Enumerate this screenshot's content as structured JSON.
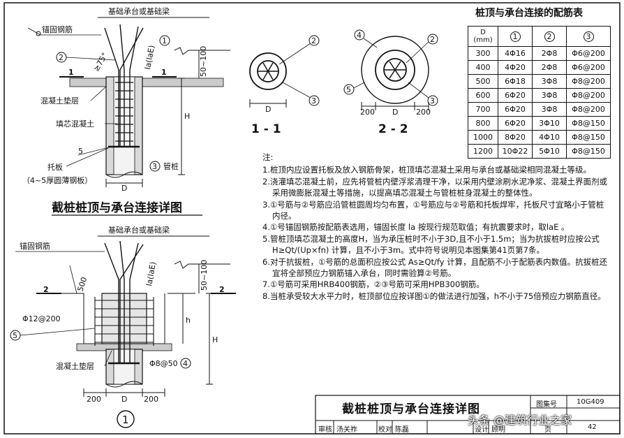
{
  "top_detail": {
    "label_cap": "基础承台或基础梁",
    "label_anchor": "锚固钢筋",
    "callout_2": "2",
    "callout_1": "1",
    "callout_3": "3",
    "section_mark": "1",
    "label_la": "la(laE)",
    "dim_50_100": "50~100",
    "angle_75": "≥75°",
    "label_concrete_pad": "混凝土垫层",
    "label_fill_concrete": "填芯混凝土",
    "label_5a": "5",
    "label_pile": "管桩",
    "label_tray": "托板",
    "label_tray_note": "（4~5厚圆薄钢板）",
    "dim_D": "D",
    "dim_H": "H"
  },
  "top_title": "截桩桩顶与承台连接详图",
  "section_11": {
    "title": "1 - 1",
    "dim_D": "D",
    "c2": "2",
    "c3": "3"
  },
  "section_22": {
    "title": "2 - 2",
    "dim_200a": "200",
    "dim_D": "D",
    "dim_200b": "200",
    "c4": "4",
    "c2": "2",
    "c5": "5",
    "c3": "3"
  },
  "bottom_detail": {
    "label_cap": "基础承台或基础梁",
    "label_anchor": "锚固钢筋",
    "section_mark": "2",
    "dim_500": "500",
    "label_la": "la(laE)",
    "dim_50_100": "50~100",
    "label_phi12": "Φ12@200",
    "callout_5": "5",
    "label_h": "h",
    "label_H": "H",
    "label_concrete_pad": "混凝土垫层",
    "label_phi8": "Φ8@50",
    "callout_4": "4",
    "dim_200a": "200",
    "dim_D": "D",
    "dim_200b": "200",
    "circle_1": "1"
  },
  "table": {
    "title": "桩顶与承台连接的配筋表",
    "header_D": "D",
    "header_unit": "(mm)",
    "header_1": "1",
    "header_2": "2",
    "header_3": "3",
    "rows": [
      [
        "300",
        "4Φ16",
        "2Φ8",
        "Φ6@200"
      ],
      [
        "400",
        "4Φ20",
        "2Φ8",
        "Φ6@200"
      ],
      [
        "500",
        "6Φ18",
        "3Φ8",
        "Φ8@200"
      ],
      [
        "600",
        "6Φ20",
        "3Φ8",
        "Φ8@200"
      ],
      [
        "700",
        "6Φ20",
        "3Φ8",
        "Φ8@200"
      ],
      [
        "800",
        "6Φ20",
        "3Φ10",
        "Φ8@150"
      ],
      [
        "1000",
        "8Φ20",
        "4Φ10",
        "Φ8@150"
      ],
      [
        "1200",
        "10Φ22",
        "5Φ10",
        "Φ8@150"
      ]
    ]
  },
  "notes": {
    "heading": "注:",
    "items": [
      "1.桩顶内应设置托板及放入钢筋骨架，桩顶填芯混凝土采用与承台或基础梁相同混凝土等级。",
      "2.浇灌填芯混凝土前，应先将管桩内壁浮浆清理干净，以采用内壁涂刷水泥净浆、混凝土界面剂或采用微膨胀混凝土等措施，以提高填芯混凝土与管桩桩身混凝土的整体性。",
      "3.①号筋与②号筋应沿管桩圆周均匀布置，①号筋应与②号筋和托板焊牢，托板尺寸宜略小于管桩内径。",
      "4.①号锚固钢筋按配筋表选用，锚固长度 la 按现行规范取值；有抗震要求时，取laE 。",
      "5.管桩顶填芯混凝土的高度H，当为承压桩时不小于3D,且不小于1.5m；当为抗拔桩时应按公式 H≥Qt/(Up×fn) 计算，且不小于3m。式中符号说明见本图集第41页第7条。",
      "6.对于抗拔桩，①号筋的总面积应按公式 As≥Qt/fy 计算，且配筋不小于配筋表内数值。抗拔桩还宜将全部预应力钢筋锚入承台，同时需验算②号筋。",
      "7.①号筋可采用HRB400钢筋，②③号筋可采用HPB300钢筋。",
      "8.当桩承受较大水平力时，桩顶部位应按详图①的做法进行加强，h不小于75倍预应力钢筋直径。"
    ]
  },
  "title_block": {
    "title": "截桩桩顶与承台连接详图",
    "atlas_label": "图集号",
    "atlas_no": "10G409",
    "review": "审核",
    "reviewer": "汤关祚",
    "check": "校对",
    "checker": "陈磊",
    "design": "设计",
    "designer": "顾明",
    "page_label": "页",
    "page_no": "42"
  },
  "watermark": "头条 @建筑行业之家"
}
